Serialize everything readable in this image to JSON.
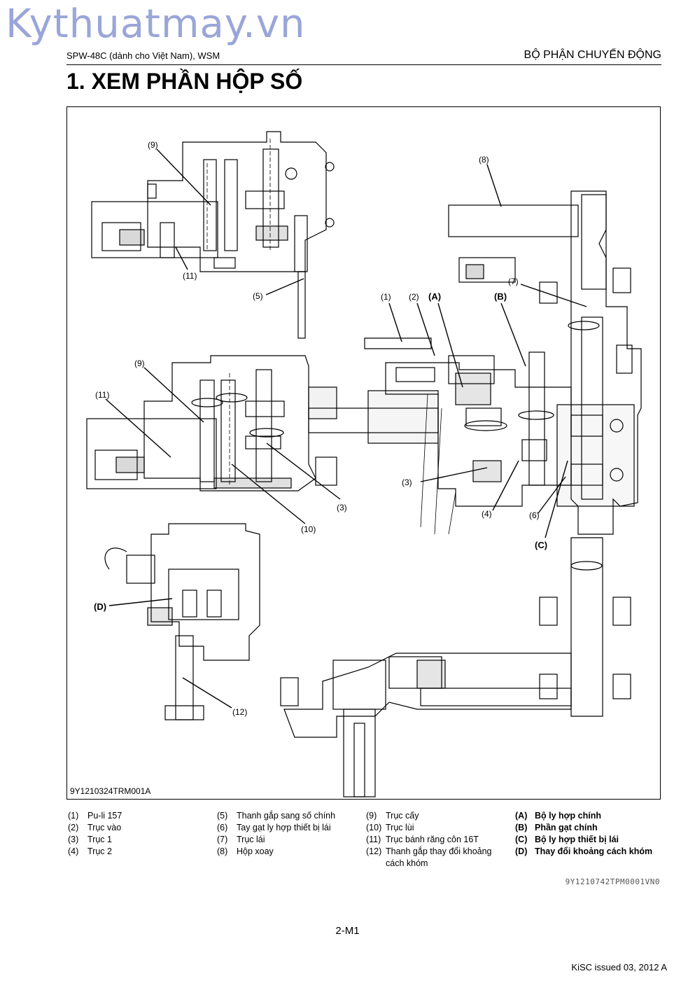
{
  "watermark": "Kythuatmay.vn",
  "header": {
    "left": "SPW-48C (dành cho Việt Nam), WSM",
    "right": "BỘ PHẬN CHUYỂN ĐỘNG"
  },
  "title": "1.   XEM PHẦN HỘP SỐ",
  "figure": {
    "code": "9Y1210324TRM001A",
    "callouts": {
      "c9a": "(9)",
      "c11a": "(11)",
      "c5": "(5)",
      "c8": "(8)",
      "c7": "(7)",
      "c1": "(1)",
      "c2": "(2)",
      "cA": "(A)",
      "cB": "(B)",
      "c9b": "(9)",
      "c11b": "(11)",
      "c3a": "(3)",
      "c10": "(10)",
      "c3b": "(3)",
      "c4": "(4)",
      "c6": "(6)",
      "cC": "(C)",
      "cD": "(D)",
      "c12": "(12)"
    }
  },
  "legend": {
    "col1": [
      {
        "num": "(1)",
        "text": "Pu-li 157"
      },
      {
        "num": "(2)",
        "text": "Trục vào"
      },
      {
        "num": "(3)",
        "text": "Trục 1"
      },
      {
        "num": "(4)",
        "text": "Trục 2"
      }
    ],
    "col2": [
      {
        "num": "(5)",
        "text": "Thanh gắp sang số chính"
      },
      {
        "num": "(6)",
        "text": "Tay gạt ly hợp thiết bị lái"
      },
      {
        "num": "(7)",
        "text": "Trục lái"
      },
      {
        "num": "(8)",
        "text": "Hộp xoay"
      }
    ],
    "col3": [
      {
        "num": "(9)",
        "text": "Trục cấy"
      },
      {
        "num": "(10)",
        "text": "Trục lùi"
      },
      {
        "num": "(11)",
        "text": "Trục bánh răng côn 16T"
      },
      {
        "num": "(12)",
        "text": "Thanh gắp thay đổi khoảng"
      },
      {
        "num": "",
        "text": "cách khóm"
      }
    ],
    "col4": [
      {
        "num": "(A)",
        "text": "Bộ ly hợp chính"
      },
      {
        "num": "(B)",
        "text": "Phần gạt chính"
      },
      {
        "num": "(C)",
        "text": "Bộ ly hợp thiết bị lái"
      },
      {
        "num": "(D)",
        "text": "Thay đổi khoảng cách khóm"
      }
    ]
  },
  "doc_ref": "9Y1210742TPM0001VN0",
  "page_number": "2-M1",
  "footer": "KiSC issued 03, 2012 A"
}
